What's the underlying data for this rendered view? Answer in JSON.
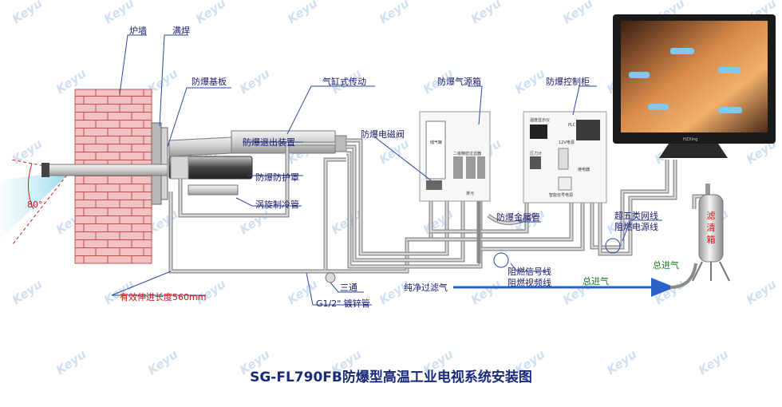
{
  "title": "SG-FL790FB防爆型高温工业电视系统安装图",
  "watermark": "Keyu",
  "labels": {
    "furnace_wall": "炉墙",
    "full_weld": "满焊",
    "base_plate": "防爆基板",
    "pneumatic_drive": "气缸式传动",
    "gas_box": "防爆气源箱",
    "control_cabinet": "防爆控制柜",
    "retract_device": "防爆退出装置",
    "solenoid_valve": "防爆电磁阀",
    "protective_cover": "防爆防护罩",
    "vortex_cooling": "涡旋制冷管",
    "metal_tube": "防爆金属管",
    "cat5_line": "超五类网线",
    "power_line": "阻燃电源线",
    "signal_line": "阻燃信号线",
    "video_line": "阻燃视频线",
    "main_intake_1": "总进气",
    "main_intake_2": "总进气",
    "tee": "三通",
    "galv_pipe": "G1/2\" 镀锌管",
    "clean_air": "纯净过滤气",
    "effective_stroke": "有效伸进长度560mm",
    "filter_box": "滤清箱",
    "angle_80": "80°"
  },
  "device_text": {
    "gas_tank": "储气罐",
    "filter_valve": "二级精密过滤器",
    "drain": "排污",
    "temp_display": "温度显示仪",
    "plc": "PLC",
    "pressure_switch": "压力计",
    "power_12v": "12V电源",
    "fan_filter": "智能信号电源",
    "relay": "继电器",
    "monitor_brand": "HZXing"
  },
  "colors": {
    "brick": "#f2c2c2",
    "mortar": "#c05050",
    "pipe": "#8a8a8a",
    "label": "#1a1a6e",
    "warning": "#d01010",
    "gas": "#1f7a1f",
    "title": "#1a2a7a",
    "flow_arrow": "#2a62c8"
  }
}
